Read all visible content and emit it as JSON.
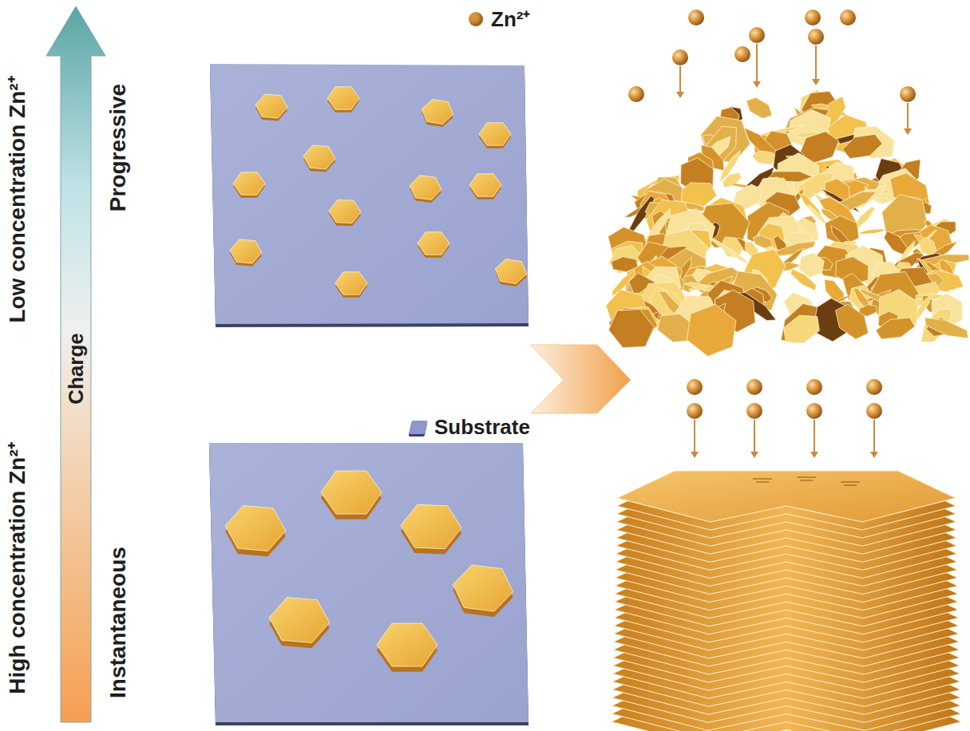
{
  "diagram": {
    "labels": [
      "Low concentration Zn²⁺",
      "High concentration Zn²⁺",
      "Charge",
      "Progressive",
      "Instantaneous"
    ],
    "legend": [
      {
        "text": "Zn²⁺",
        "color": "#d8923a"
      },
      {
        "text": "Substrate",
        "color": "#8e98cc"
      }
    ]
  }
}
